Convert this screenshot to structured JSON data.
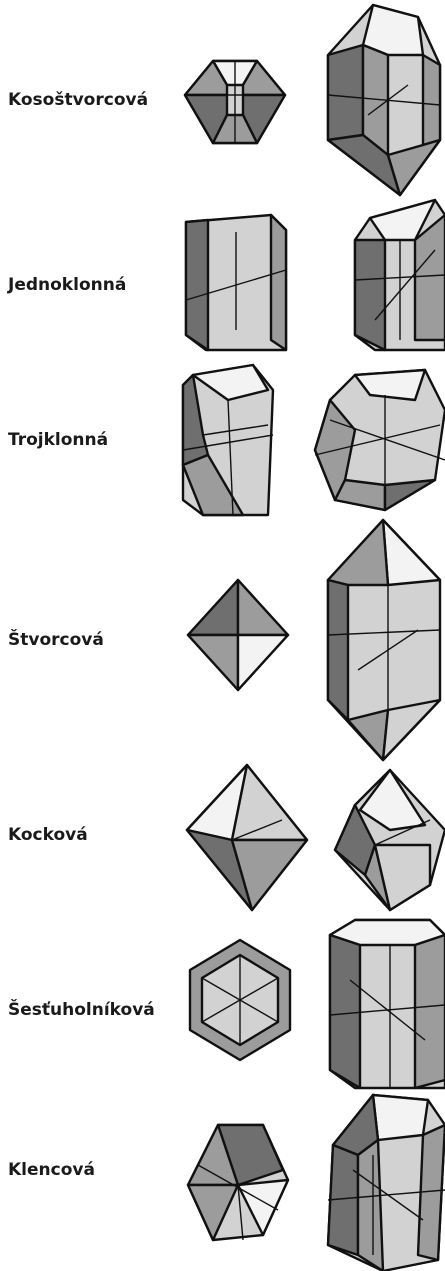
{
  "systems": [
    {
      "label": "Kosoštvorcová"
    },
    {
      "label": "Jednoklonná"
    },
    {
      "label": "Trojklonná"
    },
    {
      "label": "Štvorcová"
    },
    {
      "label": "Kocková"
    },
    {
      "label": "Šesťuholníková"
    },
    {
      "label": "Klencová"
    }
  ]
}
